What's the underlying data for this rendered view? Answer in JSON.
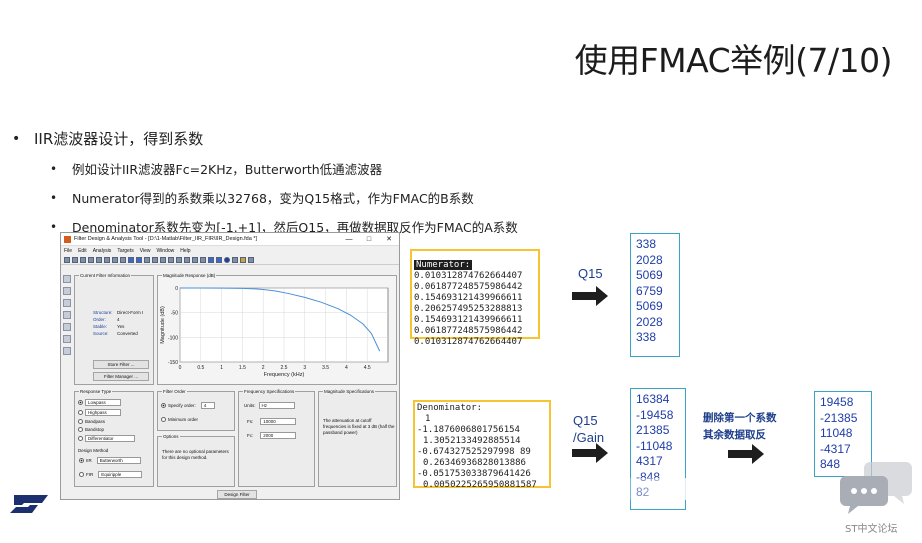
{
  "slide": {
    "title": "使用FMAC举例(7/10)",
    "bullet_main": "IIR滤波器设计，得到系数",
    "sub_bullets": [
      "例如设计IIR滤波器Fc=2KHz，Butterworth低通滤波器",
      "Numerator得到的系数乘以32768，变为Q15格式，作为FMAC的B系数",
      "Denominator系数先变为[-1,+1]，然后Q15，再做数据取反作为FMAC的A系数"
    ]
  },
  "matlab_window": {
    "title": "Filter Design & Analysis Tool - [D:\\1-Matlab\\Filter_IIR_FIR\\IIR_Design.fda *]",
    "controls": [
      "—",
      "□",
      "✕"
    ],
    "menu": [
      "File",
      "Edit",
      "Analysis",
      "Targets",
      "View",
      "Window",
      "Help"
    ],
    "current_filter_panel": "Current Filter Information",
    "info": [
      {
        "k": "Structure:",
        "v": "Direct-Form I"
      },
      {
        "k": "Order:",
        "v": "4"
      },
      {
        "k": "Stable:",
        "v": "Yes"
      },
      {
        "k": "Source:",
        "v": "Converted"
      }
    ],
    "store_btn": "Store Filter ...",
    "manager_btn": "Filter Manager ...",
    "plot_panel": "Magnitude Response (dB)",
    "plot_ylabel": "Magnitude (dB)",
    "plot_xlabel": "Frequency (kHz)",
    "response_panel": "Response Type",
    "response_options": [
      "Lowpass",
      "Highpass",
      "Bandpass",
      "Bandstop",
      "Differentiator"
    ],
    "design_method_label": "Design Method",
    "iir_label": "IIR",
    "iir_value": "Butterworth",
    "fir_label": "FIR",
    "fir_value": "Equiripple",
    "filter_order_panel": "Filter Order",
    "specify_order": "Specify order:",
    "order_value": "4",
    "minimum_order": "Minimum order",
    "options_panel": "Options",
    "options_text": "There are no optional parameters for this design method.",
    "freq_panel": "Frequency Specifications",
    "units_label": "Units:",
    "units_value": "Hz",
    "fs_label": "Fs:",
    "fs_value": "10000",
    "fc_label": "Fc:",
    "fc_value": "2000",
    "mag_panel": "Magnitude Specifications",
    "mag_text": "The attenuation at cutoff frequencies is fixed at 3 dB (half the passband power)",
    "design_btn": "Design Filter"
  },
  "numerator": {
    "header": "Numerator:",
    "values": [
      "0.010312874762664407",
      "0.061877248575986442",
      "0.154693121439966611",
      "0.206257495253288813",
      "0.154693121439966611",
      "0.061877248575986442",
      "0.010312874762664407"
    ]
  },
  "q15_label_top": "Q15",
  "b_coeffs": [
    "338",
    "2028",
    "5069",
    "6759",
    "5069",
    "2028",
    "338"
  ],
  "denominator": {
    "header": "Denominator:",
    "values": [
      "1",
      "-1.1876006801756154",
      "1.3052133492885514",
      "-0.674327525297998 89",
      "0.26346936828013886",
      "-0.051753033879641426",
      "0.0050225265950881587"
    ]
  },
  "q15_gain_label": [
    "Q15",
    "/Gain"
  ],
  "a_raw": [
    "16384",
    "-19458",
    "21385",
    "-11048",
    "4317",
    "-848",
    "82"
  ],
  "note": [
    "删除第一个系数",
    "其余数据取反"
  ],
  "a_coeffs": [
    "19458",
    "-21385",
    "11048",
    "-4317",
    "848"
  ],
  "watermark": "ST中文论坛",
  "chart_data": {
    "type": "line",
    "title": "",
    "xlabel": "Frequency (kHz)",
    "ylabel": "Magnitude (dB)",
    "xlim": [
      0,
      5
    ],
    "ylim": [
      -150,
      0
    ],
    "xticks": [
      "0",
      "0.5",
      "1",
      "1.5",
      "2",
      "2.5",
      "3",
      "3.5",
      "4",
      "4.5"
    ],
    "yticks": [
      "0",
      "-50",
      "-100",
      "-150"
    ],
    "x": [
      0,
      0.5,
      1,
      1.5,
      1.8,
      2,
      2.3,
      2.6,
      3,
      3.4,
      3.8,
      4.1,
      4.4,
      4.6,
      4.8
    ],
    "y": [
      0,
      0,
      -0.2,
      -0.8,
      -1.8,
      -3,
      -6,
      -11,
      -19,
      -29,
      -42,
      -55,
      -73,
      -92,
      -128
    ]
  }
}
